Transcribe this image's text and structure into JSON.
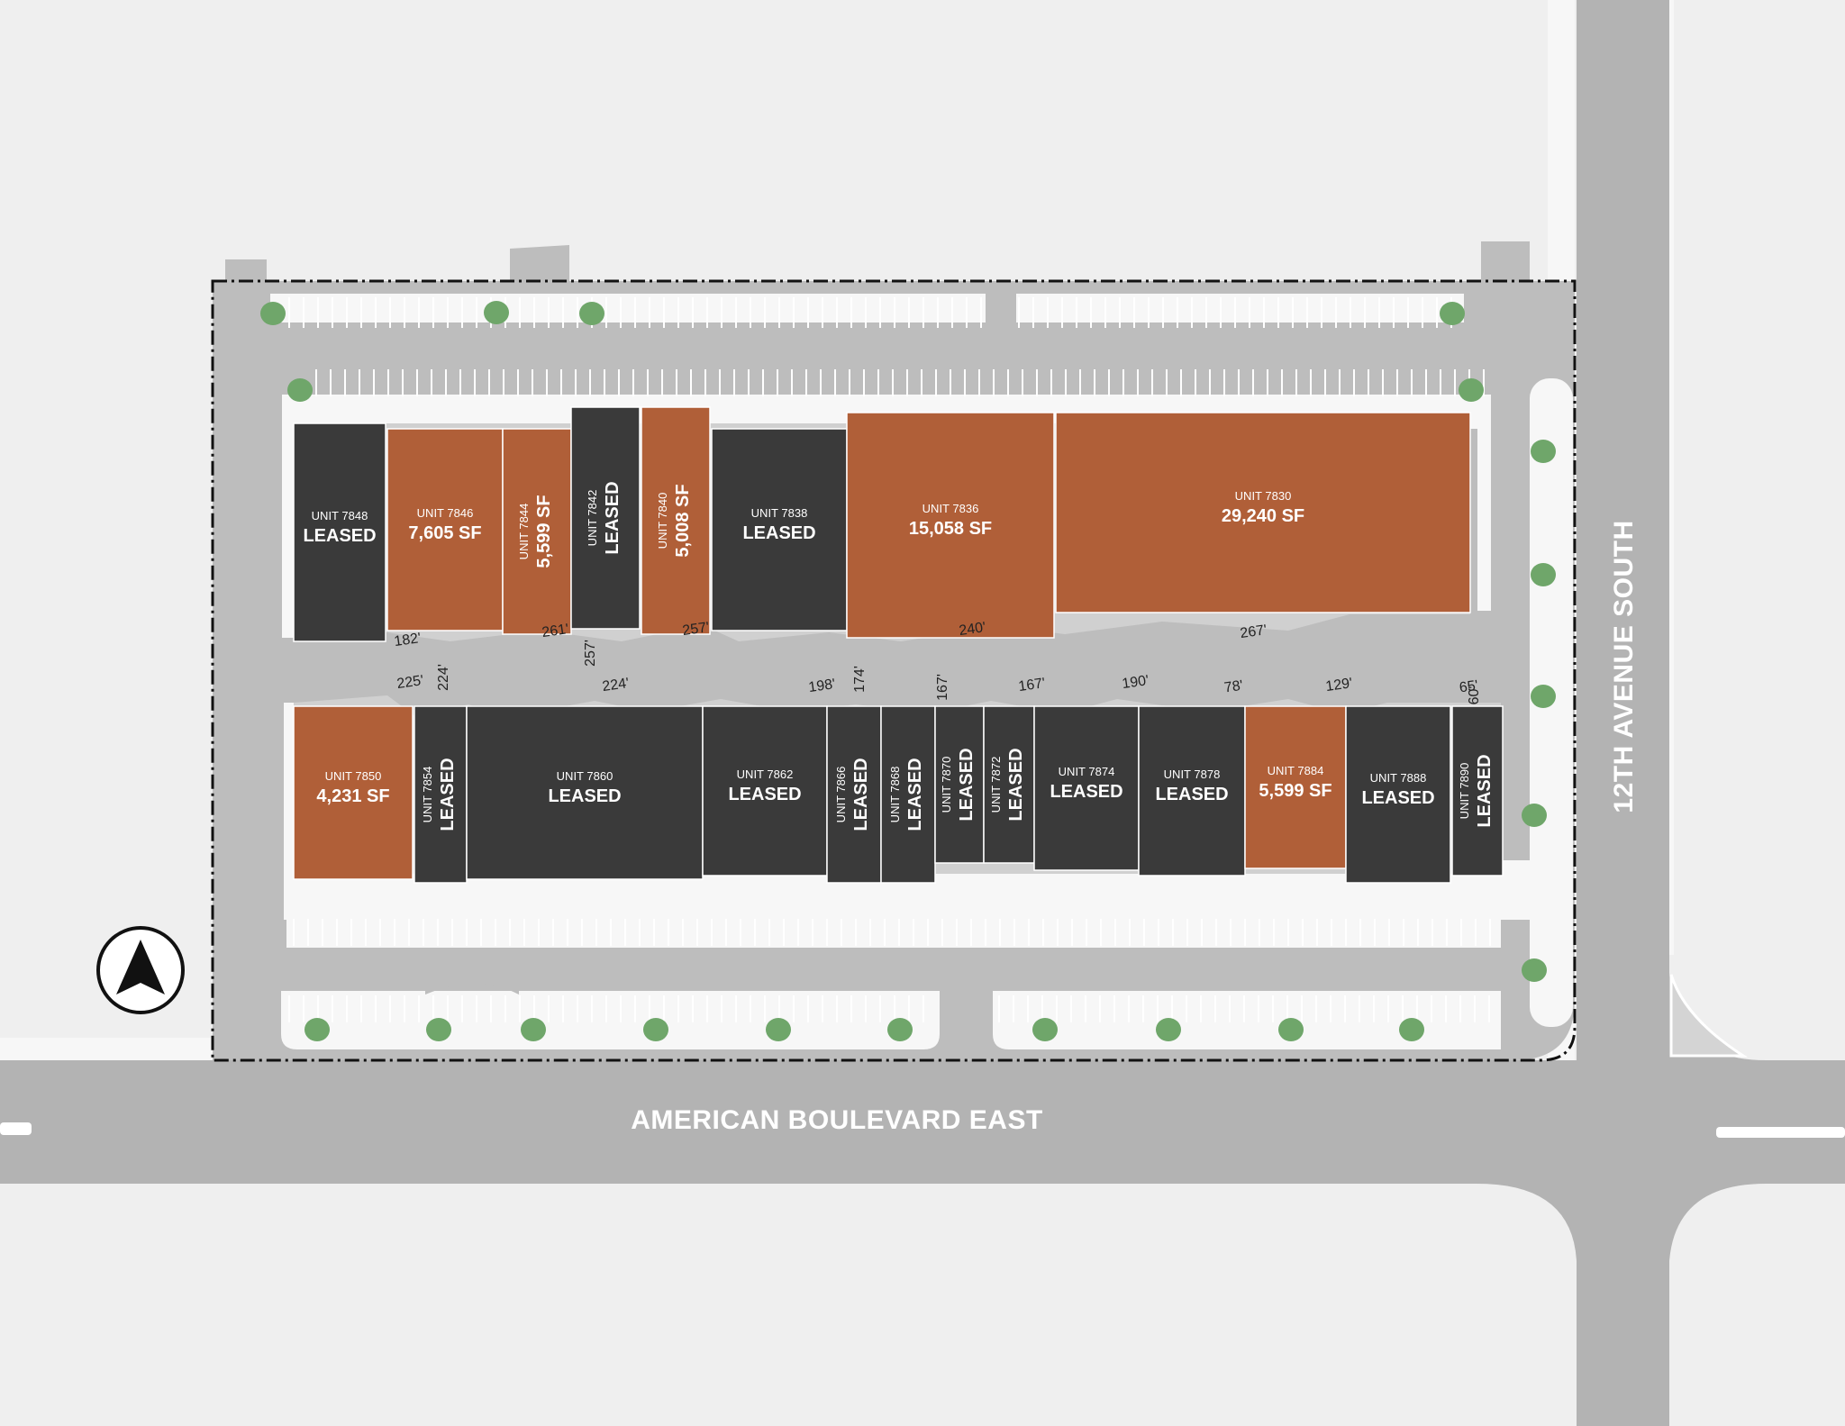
{
  "colors": {
    "background": "#efefef",
    "road": "#b3b3b3",
    "parking_lot": "#bdbdbd",
    "sidewalk": "#f7f7f7",
    "leased": "#3a3a3a",
    "available": "#b05f38",
    "tree": "#6fa66a",
    "stripe": "#ffffff",
    "boundary": "#111111"
  },
  "roads": {
    "horizontal": "AMERICAN BOULEVARD EAST",
    "vertical": "12TH AVENUE SOUTH"
  },
  "north_arrow_icon": "north-arrow-icon",
  "units": [
    {
      "id": "7848",
      "number": "UNIT 7848",
      "status": "LEASED",
      "leased": true
    },
    {
      "id": "7846",
      "number": "UNIT 7846",
      "status": "7,605 SF",
      "leased": false
    },
    {
      "id": "7844",
      "number": "UNIT 7844",
      "status": "5,599 SF",
      "leased": false
    },
    {
      "id": "7842",
      "number": "UNIT 7842",
      "status": "LEASED",
      "leased": true
    },
    {
      "id": "7840",
      "number": "UNIT 7840",
      "status": "5,008 SF",
      "leased": false
    },
    {
      "id": "7838",
      "number": "UNIT 7838",
      "status": "LEASED",
      "leased": true
    },
    {
      "id": "7836",
      "number": "UNIT 7836",
      "status": "15,058 SF",
      "leased": false
    },
    {
      "id": "7830",
      "number": "UNIT 7830",
      "status": "29,240 SF",
      "leased": false
    },
    {
      "id": "7850",
      "number": "UNIT 7850",
      "status": "4,231 SF",
      "leased": false
    },
    {
      "id": "7854",
      "number": "UNIT 7854",
      "status": "LEASED",
      "leased": true
    },
    {
      "id": "7860",
      "number": "UNIT 7860",
      "status": "LEASED",
      "leased": true
    },
    {
      "id": "7862",
      "number": "UNIT 7862",
      "status": "LEASED",
      "leased": true
    },
    {
      "id": "7866",
      "number": "UNIT 7866",
      "status": "LEASED",
      "leased": true
    },
    {
      "id": "7868",
      "number": "UNIT 7868",
      "status": "LEASED",
      "leased": true
    },
    {
      "id": "7870",
      "number": "UNIT 7870",
      "status": "LEASED",
      "leased": true
    },
    {
      "id": "7872",
      "number": "UNIT 7872",
      "status": "LEASED",
      "leased": true
    },
    {
      "id": "7874",
      "number": "UNIT 7874",
      "status": "LEASED",
      "leased": true
    },
    {
      "id": "7878",
      "number": "UNIT 7878",
      "status": "LEASED",
      "leased": true
    },
    {
      "id": "7884",
      "number": "UNIT 7884",
      "status": "5,599 SF",
      "leased": false
    },
    {
      "id": "7888",
      "number": "UNIT 7888",
      "status": "LEASED",
      "leased": true
    },
    {
      "id": "7890",
      "number": "UNIT 7890",
      "status": "LEASED",
      "leased": true
    }
  ],
  "dimensions": [
    "182'",
    "261'",
    "257'",
    "257'",
    "240'",
    "267'",
    "225'",
    "224'",
    "224'",
    "198'",
    "174'",
    "167'",
    "167'",
    "190'",
    "78'",
    "129'",
    "65'",
    "60'"
  ]
}
